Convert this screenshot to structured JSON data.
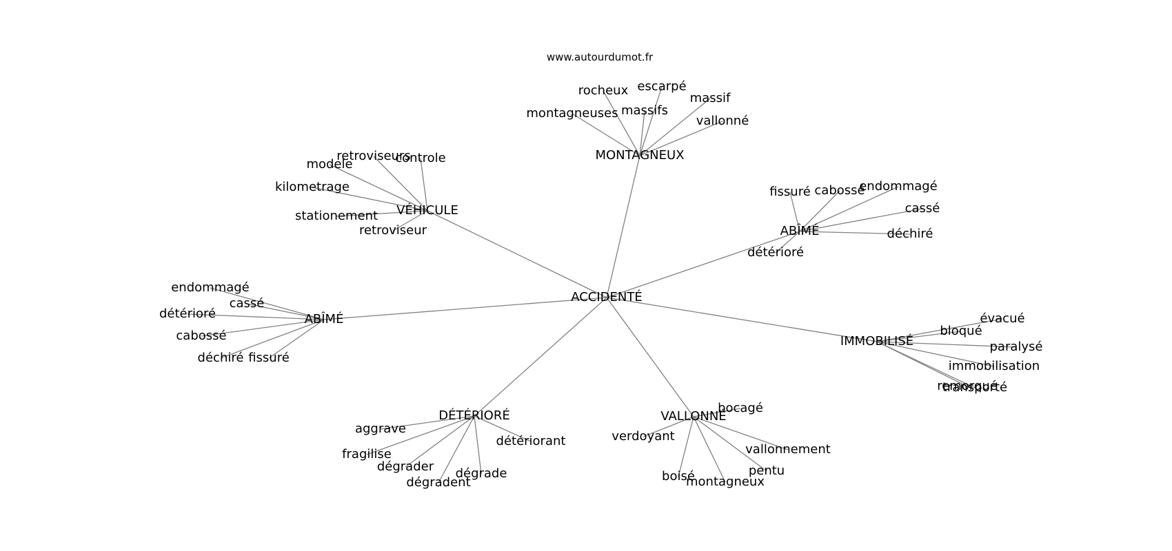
{
  "credit": "www.autourdumot.fr",
  "graph": {
    "center": "ACCIDENTÉ",
    "clusters": [
      {
        "hub": "MONTAGNEUX",
        "words": [
          "rocheux",
          "escarpé",
          "massif",
          "montagneuses",
          "massifs",
          "vallonné"
        ]
      },
      {
        "hub": "VÉHICULE",
        "words": [
          "retroviseurs",
          "controle",
          "modele",
          "kilometrage",
          "stationement",
          "retroviseur"
        ]
      },
      {
        "hub": "ABÎMÉ",
        "words": [
          "fissuré",
          "cabossé",
          "endommagé",
          "cassé",
          "déchiré",
          "détérioré"
        ]
      },
      {
        "hub": "ABÎMÉ",
        "words": [
          "endommagé",
          "cassé",
          "détérioré",
          "cabossé",
          "déchiré",
          "fissuré"
        ]
      },
      {
        "hub": "IMMOBILISÉ",
        "words": [
          "évacué",
          "bloqué",
          "paralysé",
          "immobilisation",
          "remorqué",
          "transporté"
        ]
      },
      {
        "hub": "DÉTÉRIORÉ",
        "words": [
          "aggrave",
          "détériorant",
          "fragilise",
          "dégrader",
          "dégrade",
          "dégradent"
        ]
      },
      {
        "hub": "VALLONNÉ",
        "words": [
          "bocagé",
          "verdoyant",
          "vallonnement",
          "pentu",
          "boisé",
          "montagneux"
        ]
      }
    ]
  }
}
